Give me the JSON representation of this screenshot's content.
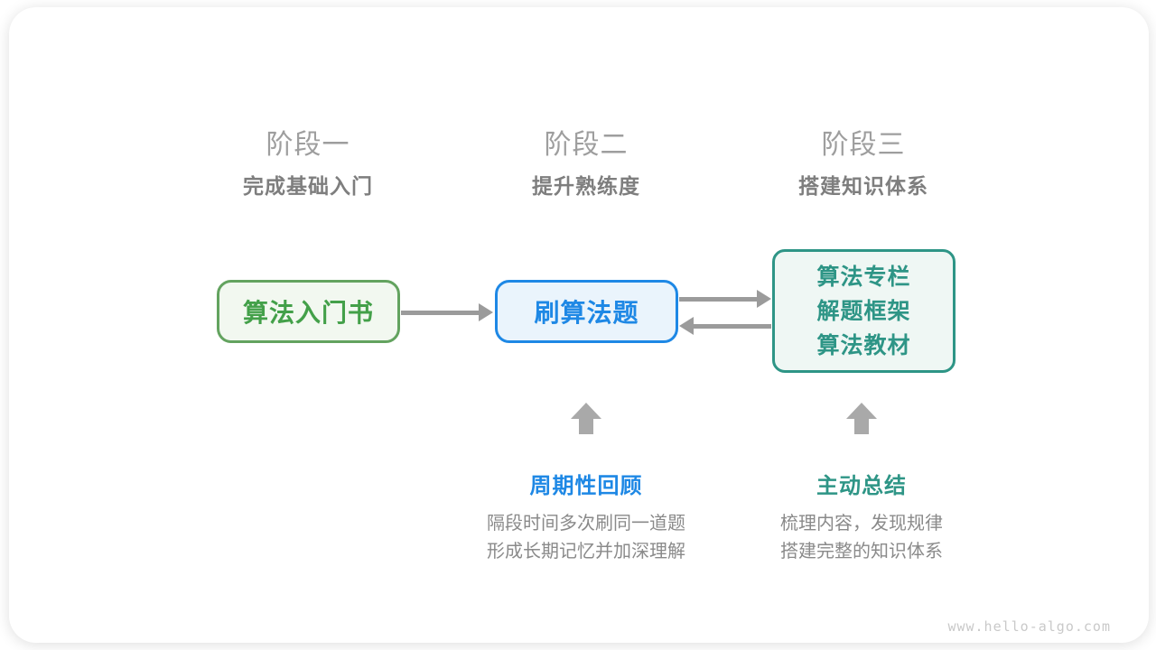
{
  "diagram": {
    "title_meaning": "algorithm learning roadmap",
    "stages": [
      {
        "title": "阶段一",
        "subtitle": "完成基础入门",
        "box": {
          "lines": [
            "算法入门书"
          ]
        }
      },
      {
        "title": "阶段二",
        "subtitle": "提升熟练度",
        "box": {
          "lines": [
            "刷算法题"
          ]
        },
        "annotation": {
          "label": "周期性回顾",
          "desc_lines": [
            "隔段时间多次刷同一道题",
            "形成长期记忆并加深理解"
          ]
        }
      },
      {
        "title": "阶段三",
        "subtitle": "搭建知识体系",
        "box": {
          "lines": [
            "算法专栏",
            "解题框架",
            "算法教材"
          ]
        },
        "annotation": {
          "label": "主动总结",
          "desc_lines": [
            "梳理内容，发现规律",
            "搭建完整的知识体系"
          ]
        }
      }
    ],
    "icons": {
      "flow_arrow": "right-arrow",
      "feedback_arrow": "left-arrow",
      "support_arrow": "up-block-arrow"
    },
    "colors": {
      "green_border": "#63A35F",
      "green_fill": "#F2F8F0",
      "green_text": "#43A049",
      "blue_border": "#1E88E5",
      "blue_fill": "#EAF4FC",
      "blue_text": "#1E88E5",
      "teal_border": "#2E9586",
      "teal_fill": "#EFF7F4",
      "teal_text": "#2E9586",
      "arrow_gray": "#9B9B9B",
      "up_arrow_gray": "#A9A9A9",
      "stage_title_gray": "#9E9E9E",
      "stage_subtitle_gray": "#7E7E7E",
      "desc_gray": "#8A8A8A",
      "watermark_gray": "#C9C9C9"
    },
    "watermark": "www.hello-algo.com"
  }
}
